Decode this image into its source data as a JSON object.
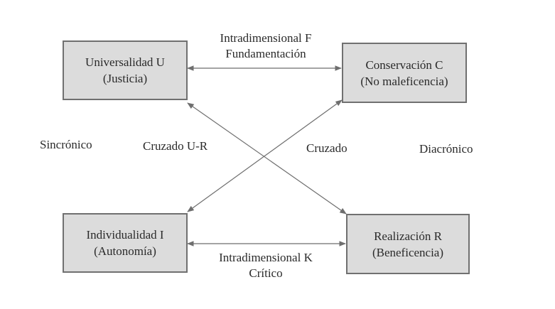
{
  "nodes": {
    "universalidad": {
      "title": "Universalidad U",
      "subtitle": "(Justicia)"
    },
    "conservacion": {
      "title": "Conservación C",
      "subtitle": "(No maleficencia)"
    },
    "individualidad": {
      "title": "Individualidad I",
      "subtitle": "(Autonomía)"
    },
    "realizacion": {
      "title": "Realización R",
      "subtitle": "(Beneficencia)"
    }
  },
  "edges": {
    "top": {
      "line1": "Intradimensional F",
      "line2": "Fundamentación"
    },
    "bottom": {
      "line1": "Intradimensional K",
      "line2": "Crítico"
    },
    "cross_ur": "Cruzado U-R",
    "cross": "Cruzado"
  },
  "sides": {
    "left": "Sincrónico",
    "right": "Diacrónico"
  },
  "colors": {
    "box_fill": "#dcdcdc",
    "box_border": "#707070",
    "line": "#6e6e6e",
    "text": "#2a2a2a"
  }
}
